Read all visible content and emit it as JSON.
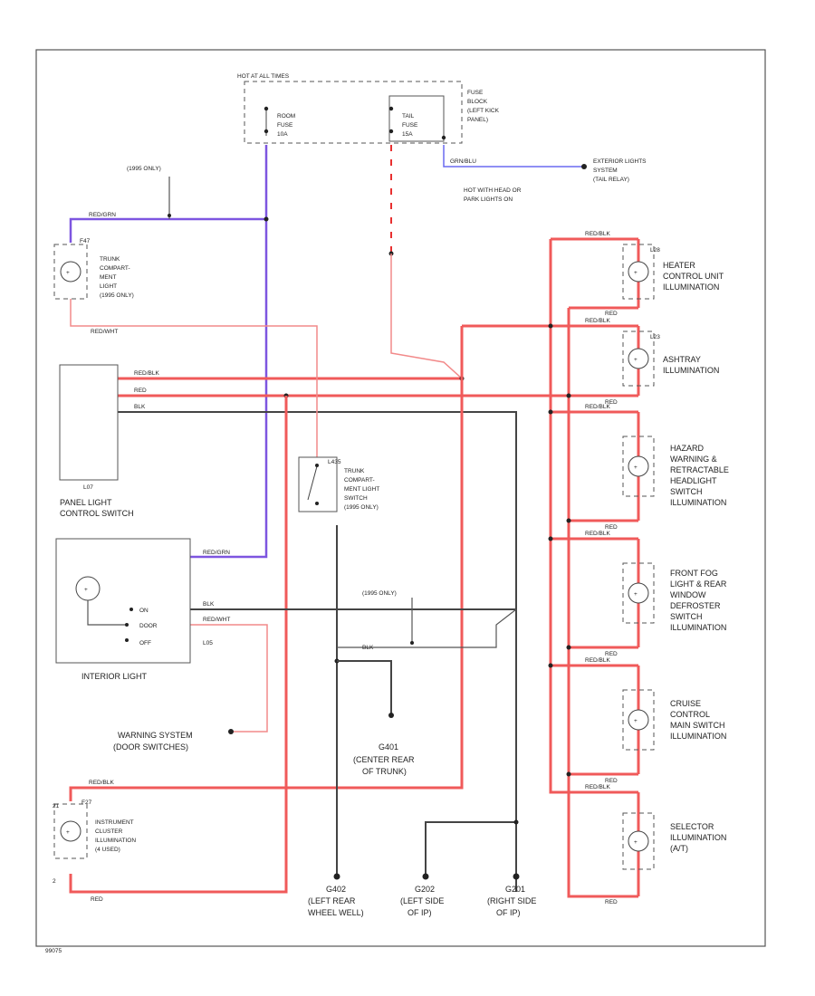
{
  "fuse_block": {
    "header": "HOT AT ALL TIMES",
    "room_fuse": [
      "ROOM",
      "FUSE",
      "10A"
    ],
    "tail_fuse": [
      "TAIL",
      "FUSE",
      "15A"
    ],
    "location": [
      "FUSE",
      "BLOCK",
      "(LEFT KICK",
      "PANEL)"
    ]
  },
  "exterior_lights": {
    "wire": "GRN/BLU",
    "label": [
      "EXTERIOR LIGHTS",
      "SYSTEM",
      "(TAIL RELAY)"
    ],
    "hot_note": [
      "HOT WITH HEAD OR",
      "PARK LIGHTS ON"
    ]
  },
  "trunk_light": {
    "only_note": "(1995 ONLY)",
    "wire_top": "RED/GRN",
    "connector": "F47",
    "label": [
      "TRUNK",
      "COMPART-",
      "MENT",
      "LIGHT",
      "(1995 ONLY)"
    ],
    "wire_bottom": "RED/WHT"
  },
  "panel_switch": {
    "wires": [
      "RED/BLK",
      "RED",
      "BLK"
    ],
    "connector": "L07",
    "label": [
      "PANEL LIGHT",
      "CONTROL SWITCH"
    ]
  },
  "trunk_switch": {
    "connector": "L435",
    "label": [
      "TRUNK",
      "COMPART-",
      "MENT LIGHT",
      "SWITCH",
      "(1995 ONLY)"
    ]
  },
  "interior_light": {
    "wire_top": "RED/GRN",
    "positions": [
      "ON",
      "DOOR",
      "OFF"
    ],
    "wire_blk": "BLK",
    "wire_red": "RED/WHT",
    "connector": "L05",
    "label": "INTERIOR LIGHT"
  },
  "ground_center": {
    "only_note": "(1995 ONLY)",
    "wire": "BLK",
    "id": "G401",
    "label": [
      "(CENTER REAR",
      "OF TRUNK)"
    ]
  },
  "warning_system": {
    "label": [
      "WARNING SYSTEM",
      "(DOOR SWITCHES)"
    ]
  },
  "instrument_cluster": {
    "wire_top": "RED/BLK",
    "connector": "F27",
    "pin": "21",
    "label": [
      "INSTRUMENT",
      "CLUSTER",
      "ILLUMINATION",
      "(4 USED)"
    ],
    "pin_bottom": "2",
    "wire_bottom": "RED"
  },
  "grounds": [
    {
      "id": "G402",
      "label": [
        "(LEFT REAR",
        "WHEEL WELL)"
      ]
    },
    {
      "id": "G202",
      "label": [
        "(LEFT SIDE",
        "OF IP)"
      ]
    },
    {
      "id": "G201",
      "label": [
        "(RIGHT SIDE",
        "OF IP)"
      ]
    }
  ],
  "right_loads": [
    {
      "connector": "L28",
      "wire_top": "RED/BLK",
      "wire_bottom": "RED",
      "label": [
        "HEATER",
        "CONTROL UNIT",
        "ILLUMINATION"
      ]
    },
    {
      "connector": "L23",
      "wire_top": "RED/BLK",
      "wire_bottom": "RED",
      "label": [
        "ASHTRAY",
        "ILLUMINATION"
      ]
    },
    {
      "connector": "",
      "wire_top": "RED/BLK",
      "wire_bottom": "RED",
      "label": [
        "HAZARD",
        "WARNING &",
        "RETRACTABLE",
        "HEADLIGHT",
        "SWITCH",
        "ILLUMINATION"
      ]
    },
    {
      "connector": "",
      "wire_top": "RED/BLK",
      "wire_bottom": "RED",
      "label": [
        "FRONT FOG",
        "LIGHT & REAR",
        "WINDOW",
        "DEFROSTER",
        "SWITCH",
        "ILLUMINATION"
      ]
    },
    {
      "connector": "",
      "wire_top": "RED/BLK",
      "wire_bottom": "RED",
      "label": [
        "CRUISE",
        "CONTROL",
        "MAIN SWITCH",
        "ILLUMINATION"
      ]
    },
    {
      "connector": "",
      "wire_top": "RED/BLK",
      "wire_bottom": "RED",
      "label": [
        "SELECTOR",
        "ILLUMINATION",
        "(A/T)"
      ]
    }
  ],
  "diagram_id": "99075"
}
